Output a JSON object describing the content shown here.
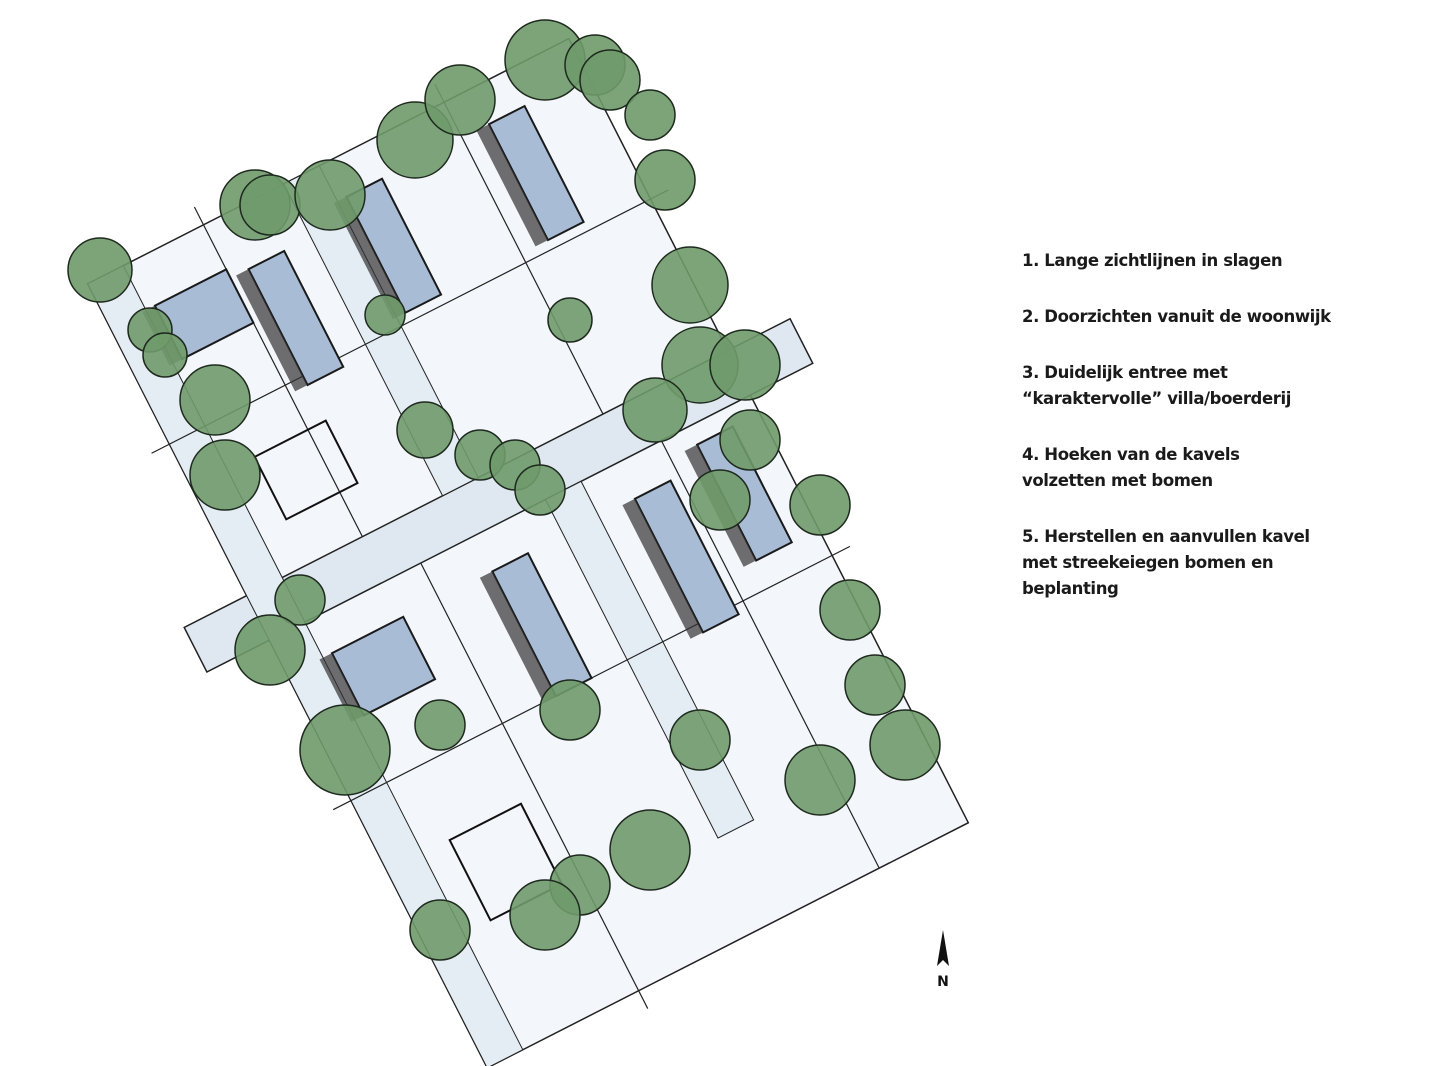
{
  "legend": {
    "items": [
      {
        "text": "1. Lange zichtlijnen in slagen"
      },
      {
        "text": "2. Doorzichten vanuit de woonwijk"
      },
      {
        "text": "3. Duidelijk entree met “karaktervolle” villa/boerderij"
      },
      {
        "text": "4. Hoeken van de kavels volzetten met bomen"
      },
      {
        "text": "5. Herstellen en aanvullen kavel met streekeiegen bomen en beplanting"
      }
    ]
  },
  "north_arrow": {
    "label": "N"
  },
  "colors": {
    "tree": "#6f9a6a",
    "tree_stroke": "#1e2a1e",
    "path": "#dfe8f0",
    "building": "#a9bcd6",
    "roof": "#c8c8c8",
    "ink": "#1a1a1a"
  }
}
